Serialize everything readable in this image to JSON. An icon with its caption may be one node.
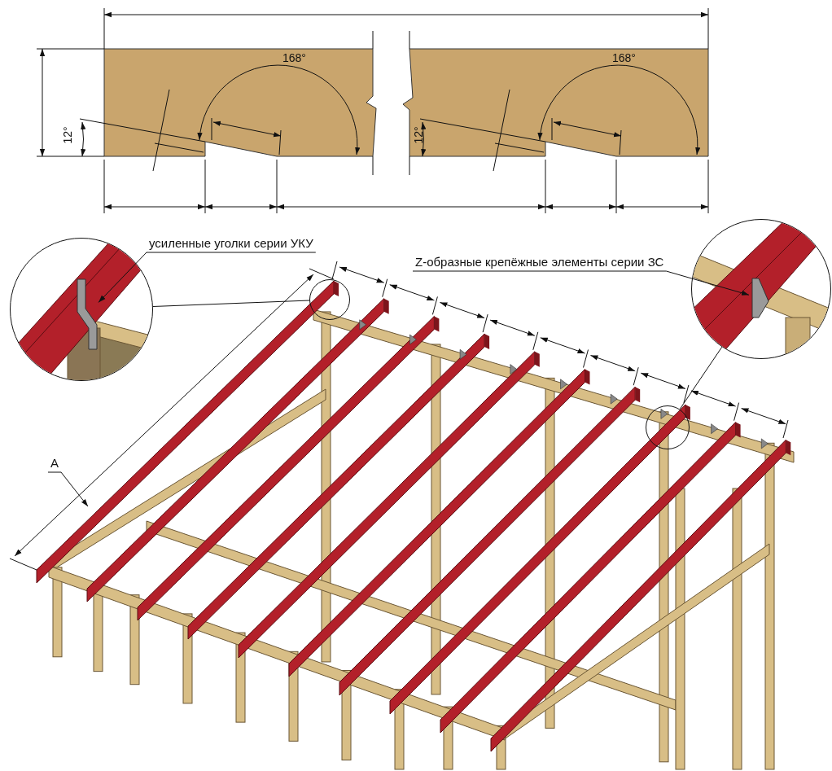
{
  "diagram": {
    "nodes": [
      {
        "text": [
          "усиленные уголки серии УКУ"
        ]
      },
      {
        "text": [],
        "shape": "circle"
      },
      {
        "text": [],
        "shape": "picture",
        "in": 1
      },
      {
        "text": [],
        "shape": "circle"
      },
      {
        "text": [
          "Z-образные крепёжные элементы серии ЗС"
        ]
      },
      {
        "text": [],
        "shape": "circle"
      },
      {
        "text": [],
        "shape": "picture",
        "in": 5
      },
      {
        "text": [],
        "shape": "circle"
      },
      {
        "text": [
          "A"
        ]
      }
    ],
    "edges": [
      {
        "from": 0,
        "to": 2,
        "arrow": "to"
      },
      {
        "from": 1,
        "to": 3,
        "arrow": "none"
      },
      {
        "from": 4,
        "to": 6,
        "arrow": "to"
      },
      {
        "from": 5,
        "to": 7,
        "arrow": "none"
      },
      {
        "from": 8,
        "to": null,
        "arrow": "to"
      }
    ],
    "labels": [
      "168°",
      "12°",
      "168°",
      "12°"
    ]
  }
}
